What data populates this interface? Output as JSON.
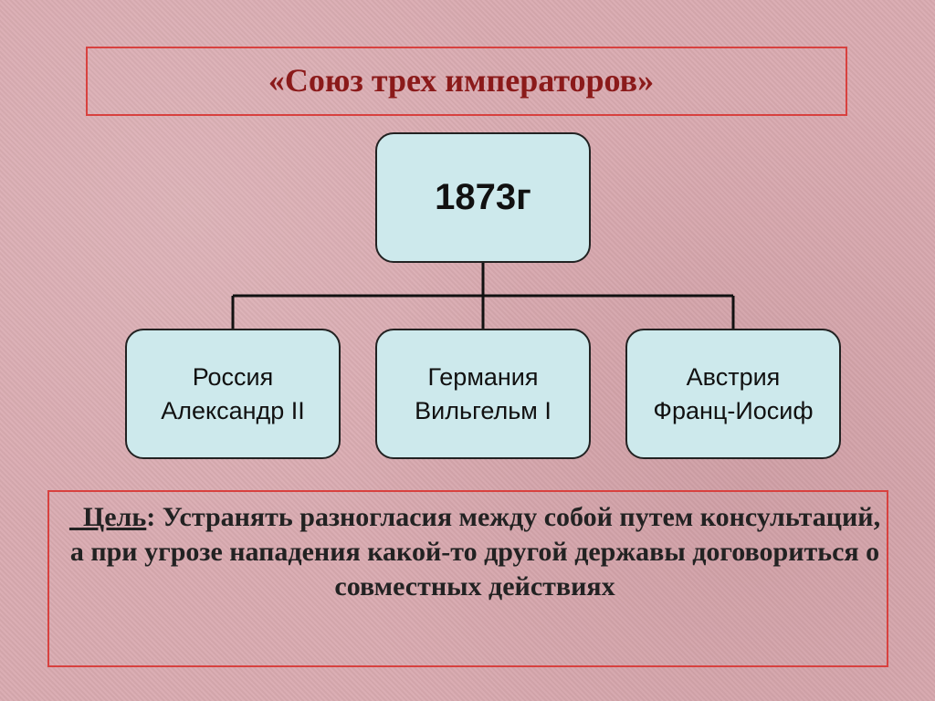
{
  "slide": {
    "title": "«Союз трех императоров»",
    "year": "1873г",
    "members": [
      {
        "country": "Россия",
        "ruler": "Александр II"
      },
      {
        "country": "Германия",
        "ruler": "Вильгельм I"
      },
      {
        "country": "Австрия",
        "ruler": "Франц-Иосиф"
      }
    ],
    "goal": {
      "label": "  Цель",
      "separator": ":",
      "text": " Устранять разногласия между собой путем консультаций, а при угрозе нападения какой-то другой державы договориться о совместных действиях"
    },
    "colors": {
      "background": "#d9aab0",
      "frame_border": "#d8413f",
      "title_text": "#8b1a1a",
      "node_fill": "#cde9ec",
      "node_border": "#222222"
    }
  }
}
